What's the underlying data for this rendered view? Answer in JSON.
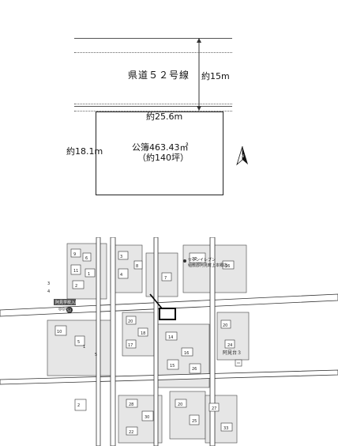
{
  "plan": {
    "road_label": "県道５２号線",
    "road_width": "約15m",
    "frontage": "約25.6m",
    "depth": "約18.1m",
    "area_line1": "公簿463.43㎡",
    "area_line2": "（約140坪）",
    "north_symbol": "N"
  },
  "map": {
    "store_line1": "セブンイレブン",
    "store_line2": "稲敷郡阿見町上本郷店",
    "bus_stop": "阿見学校入口",
    "bus_stop_sub": "◎◎◎",
    "district": "阿見台３",
    "route_no": "52",
    "block_numbers": [
      "9",
      "6",
      "11",
      "1",
      "2",
      "3",
      "4",
      "8",
      "7",
      "22",
      "26",
      "10",
      "5",
      "20",
      "18",
      "17",
      "14",
      "16",
      "15",
      "26",
      "20",
      "24",
      "28",
      "30",
      "22",
      "20",
      "25",
      "27",
      "33",
      "2",
      "3",
      "4",
      "1",
      "5"
    ]
  },
  "colors": {
    "line": "#222222",
    "road": "#ffffff",
    "block": "#d9d9d9"
  }
}
